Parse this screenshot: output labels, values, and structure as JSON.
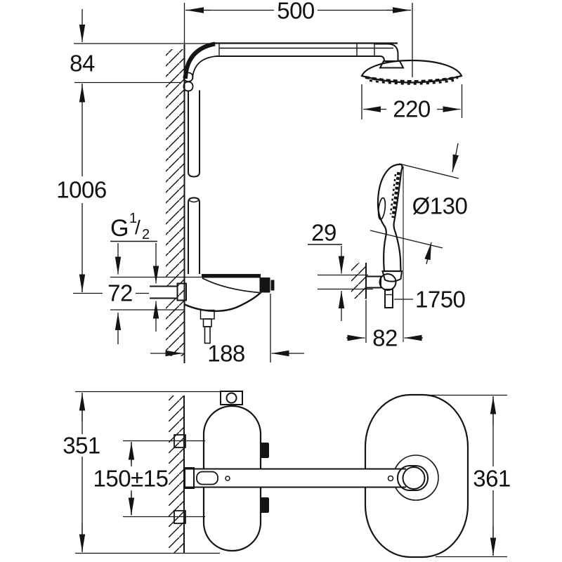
{
  "title": "Shower system installation drawing",
  "colors": {
    "line": "#141414",
    "background": "#ffffff"
  },
  "side_view": {
    "dim_arm_length": "500",
    "dim_arm_drop": "84",
    "dim_pipe_height": "1006",
    "dim_head_diameter": "220",
    "thread": {
      "letter": "G",
      "numerator": "1",
      "slash": "/",
      "denominator": "2"
    },
    "dim_inlet_offset": "72",
    "dim_valve_depth": "188",
    "dim_holder_depth": "29",
    "dim_handshower_diameter": "Ø130",
    "dim_hose_length": "1750",
    "dim_holder_offset": "82"
  },
  "plan_view": {
    "dim_valve_height": "351",
    "dim_inlet_spacing": "150±15",
    "dim_head_length": "361"
  }
}
